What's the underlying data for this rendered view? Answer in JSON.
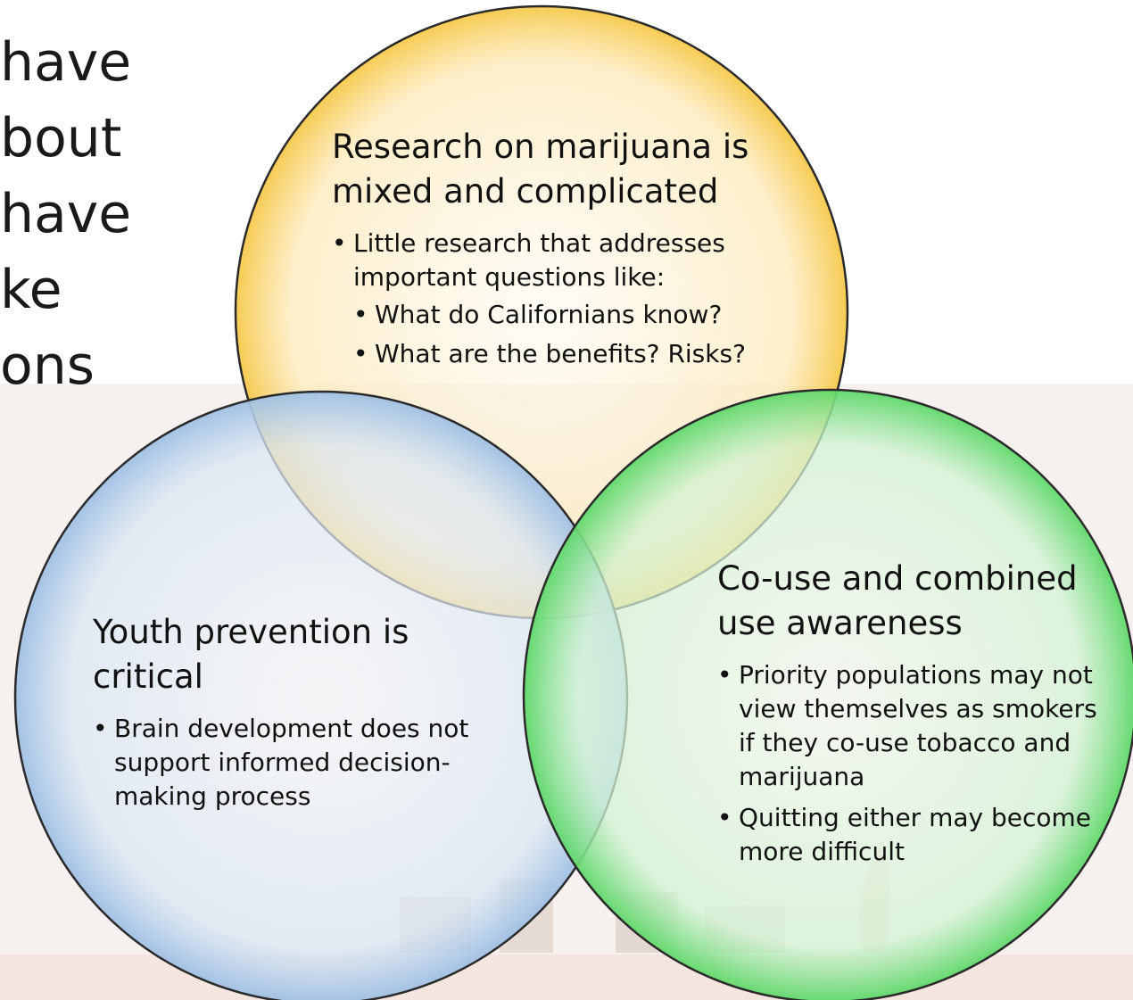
{
  "side_text": [
    "have",
    "bout",
    "have",
    "ke",
    "ons"
  ],
  "colors": {
    "research_circle": "#f6c94a",
    "youth_circle": "#9fc0e4",
    "couse_circle": "#5fd86a",
    "background_band": "#f4e6df"
  },
  "circles": [
    {
      "id": "research",
      "title": "Research on marijuana is mixed and complicated",
      "bullets": [
        {
          "text": "Little research that addresses important questions like:",
          "sub": [
            "What do Californians know?",
            "What are the benefits? Risks?"
          ]
        }
      ]
    },
    {
      "id": "youth",
      "title": "Youth prevention is critical",
      "bullets": [
        {
          "text": "Brain development does not support informed decision-making process"
        }
      ]
    },
    {
      "id": "couse",
      "title": "Co-use and combined use awareness",
      "bullets": [
        {
          "text": "Priority populations may not view themselves as smokers if they co-use tobacco and marijuana"
        },
        {
          "text": "Quitting either may become more difficult"
        }
      ]
    }
  ]
}
